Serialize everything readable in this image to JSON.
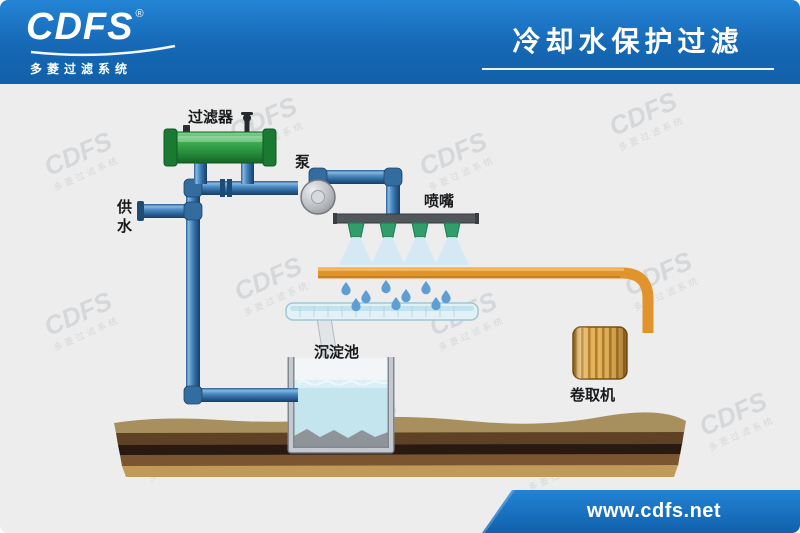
{
  "header": {
    "logo_text": "CDFS",
    "logo_reg": "®",
    "logo_subtitle": "多菱过滤系统",
    "title": "冷却水保护过滤"
  },
  "watermark": {
    "brand": "CDFS",
    "sub": "多菱过滤系统"
  },
  "diagram": {
    "labels": {
      "filter": "过滤器",
      "pump": "泵",
      "supply": "供水",
      "nozzle": "喷嘴",
      "tank": "沉淀池",
      "coiler": "卷取机"
    },
    "colors": {
      "pipe": "#2d6ca8",
      "filter": "#2f9e44",
      "strip": "#e8952b",
      "coil": "#d9a245",
      "water": "#bfe2ec"
    }
  },
  "footer": {
    "url": "www.cdfs.net"
  }
}
